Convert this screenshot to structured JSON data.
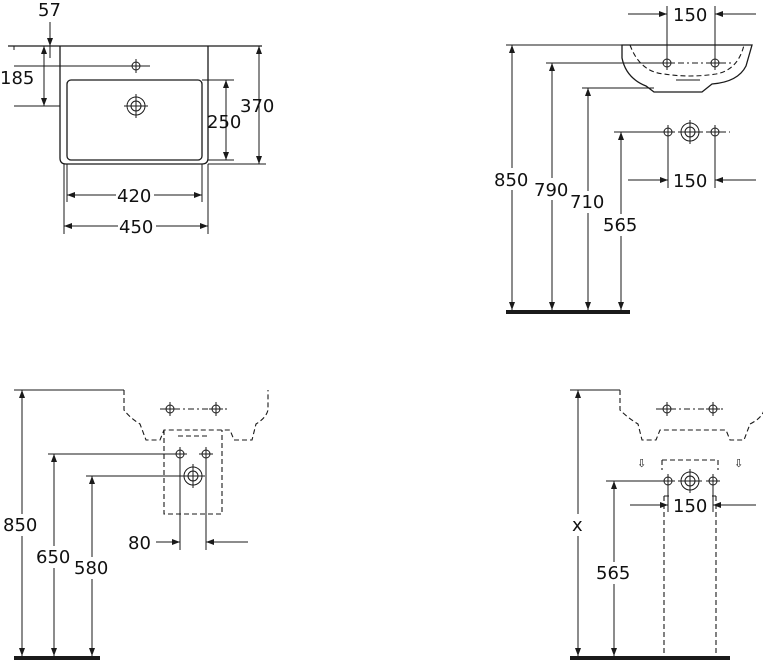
{
  "views": {
    "top": {
      "dim_57": "57",
      "dim_185": "185",
      "dim_370": "370",
      "dim_250": "250",
      "dim_420": "420",
      "dim_450": "450"
    },
    "front_wall": {
      "dim_150_top": "150",
      "dim_150_mid": "150",
      "dim_850": "850",
      "dim_790": "790",
      "dim_710": "710",
      "dim_565": "565"
    },
    "half_pedestal": {
      "dim_850": "850",
      "dim_650": "650",
      "dim_580": "580",
      "dim_80": "80"
    },
    "full_pedestal": {
      "dim_x": "x",
      "dim_565": "565",
      "dim_150": "150",
      "arrow_glyph_left": "⇩",
      "arrow_glyph_right": "⇩"
    }
  }
}
